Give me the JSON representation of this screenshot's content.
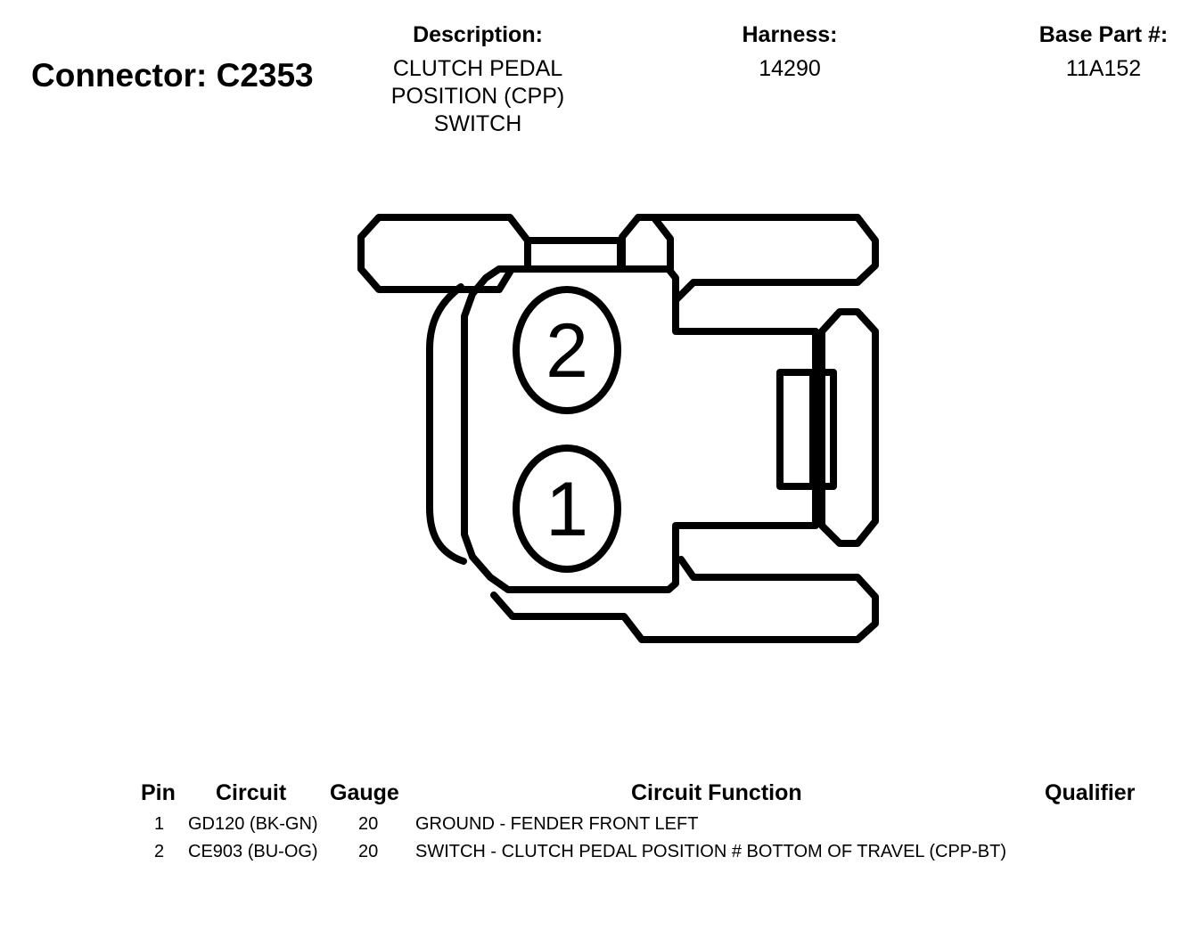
{
  "connector": {
    "title": "Connector: C2353"
  },
  "description": {
    "label": "Description:",
    "lines": [
      "CLUTCH PEDAL",
      "POSITION (CPP)",
      "SWITCH"
    ]
  },
  "harness": {
    "label": "Harness:",
    "value": "14290"
  },
  "base_part": {
    "label": "Base Part #:",
    "value": "11A152"
  },
  "diagram": {
    "pin_labels": [
      "2",
      "1"
    ]
  },
  "table": {
    "headers": {
      "pin": "Pin",
      "circuit": "Circuit",
      "gauge": "Gauge",
      "function": "Circuit Function",
      "qualifier": "Qualifier"
    },
    "rows": [
      {
        "pin": "1",
        "circuit": "GD120 (BK-GN)",
        "gauge": "20",
        "function": "GROUND - FENDER FRONT LEFT",
        "qualifier": ""
      },
      {
        "pin": "2",
        "circuit": "CE903 (BU-OG)",
        "gauge": "20",
        "function": "SWITCH - CLUTCH PEDAL POSITION # BOTTOM OF TRAVEL (CPP-BT)",
        "qualifier": ""
      }
    ]
  }
}
